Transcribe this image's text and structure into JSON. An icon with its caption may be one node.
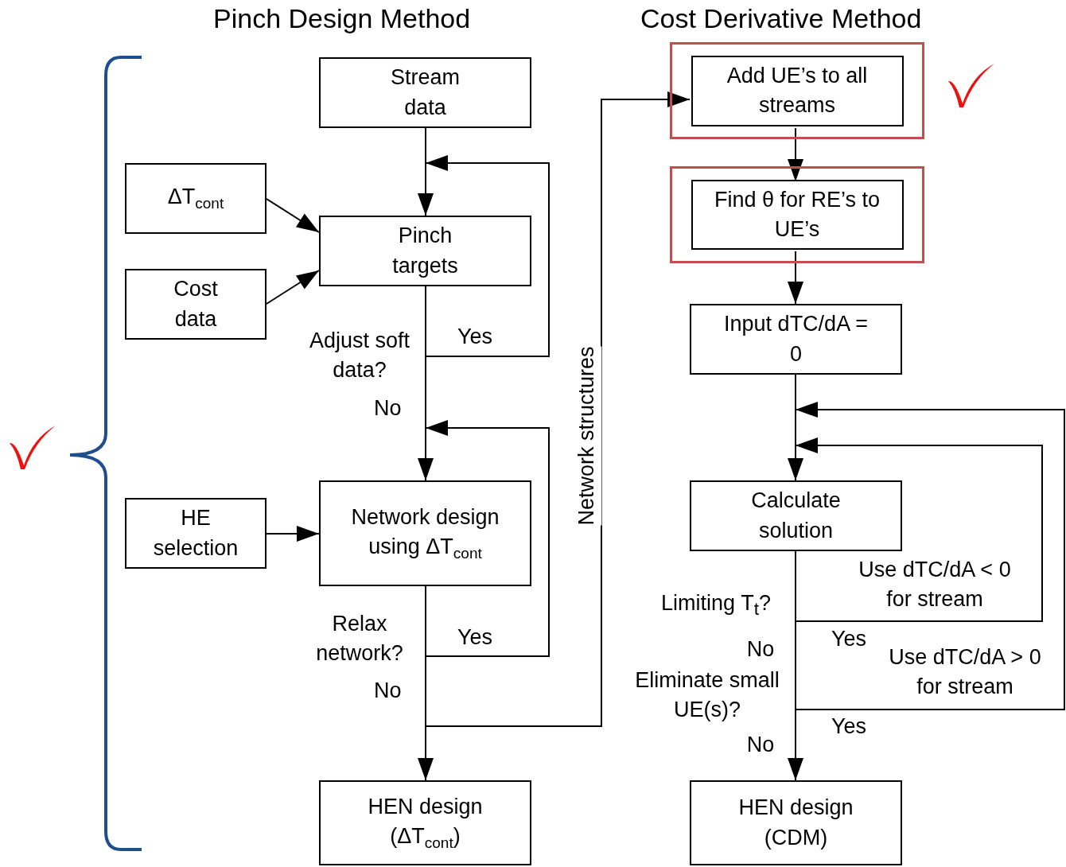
{
  "diagram": {
    "title": "Pinch Design Method",
    "caption": "Cost Derivative Method",
    "nodes": [
      {
        "text": [
          "Stream data"
        ]
      },
      {
        "text": [
          "ΔT$_{cont}$"
        ]
      },
      {
        "text": [
          "Cost data"
        ]
      },
      {
        "text": [
          "Pinch targets"
        ]
      },
      {
        "text": [
          "HE selection"
        ]
      },
      {
        "text": [
          "Network design using ΔT$_{cont}$"
        ]
      },
      {
        "text": [
          "HEN design (ΔT$_{cont}$)"
        ]
      },
      {
        "text": [],
        "shape": "box"
      },
      {
        "text": [
          "Add UE’s to  all streams"
        ],
        "in": 7
      },
      {
        "text": [],
        "shape": "box"
      },
      {
        "text": [
          "Find θ for RE’s to UE’s"
        ],
        "in": 9
      },
      {
        "text": [
          "Input dTC/dA = 0"
        ]
      },
      {
        "text": [
          "Calculate solution"
        ]
      },
      {
        "text": [
          "HEN design (CDM)"
        ]
      }
    ],
    "edges": [
      {
        "from": 0,
        "to": 3,
        "arrow": "to"
      },
      {
        "from": 1,
        "to": 3,
        "arrow": "to"
      },
      {
        "from": 2,
        "to": 3,
        "arrow": "to"
      },
      {
        "from": 3,
        "to": 3,
        "arrow": "to",
        "label": "Yes"
      },
      {
        "from": 3,
        "to": 5,
        "arrow": "to",
        "label": "No"
      },
      {
        "from": 4,
        "to": 5,
        "arrow": "to"
      },
      {
        "from": 5,
        "to": 5,
        "arrow": "to",
        "label": "Yes"
      },
      {
        "from": 5,
        "to": 6,
        "arrow": "to",
        "label": "No"
      },
      {
        "from": 5,
        "to": 8,
        "arrow": "to",
        "label": "Network structures"
      },
      {
        "from": 8,
        "to": 10,
        "arrow": "to"
      },
      {
        "from": 10,
        "to": 11,
        "arrow": "to"
      },
      {
        "from": 11,
        "to": 12,
        "arrow": "to"
      },
      {
        "from": 12,
        "to": 12,
        "arrow": "to",
        "label": "Use dTC/dA < 0 for stream"
      },
      {
        "from": 12,
        "to": 12,
        "arrow": "to",
        "label": "Use dTC/dA > 0 for stream"
      },
      {
        "from": 12,
        "to": 13,
        "arrow": "to"
      }
    ],
    "labels": [
      "Adjust soft data?",
      "Relax network?",
      "Limiting T$_{t}$?",
      "Yes",
      "No",
      "Eliminate small UE(s)?",
      "Yes",
      "No"
    ]
  }
}
